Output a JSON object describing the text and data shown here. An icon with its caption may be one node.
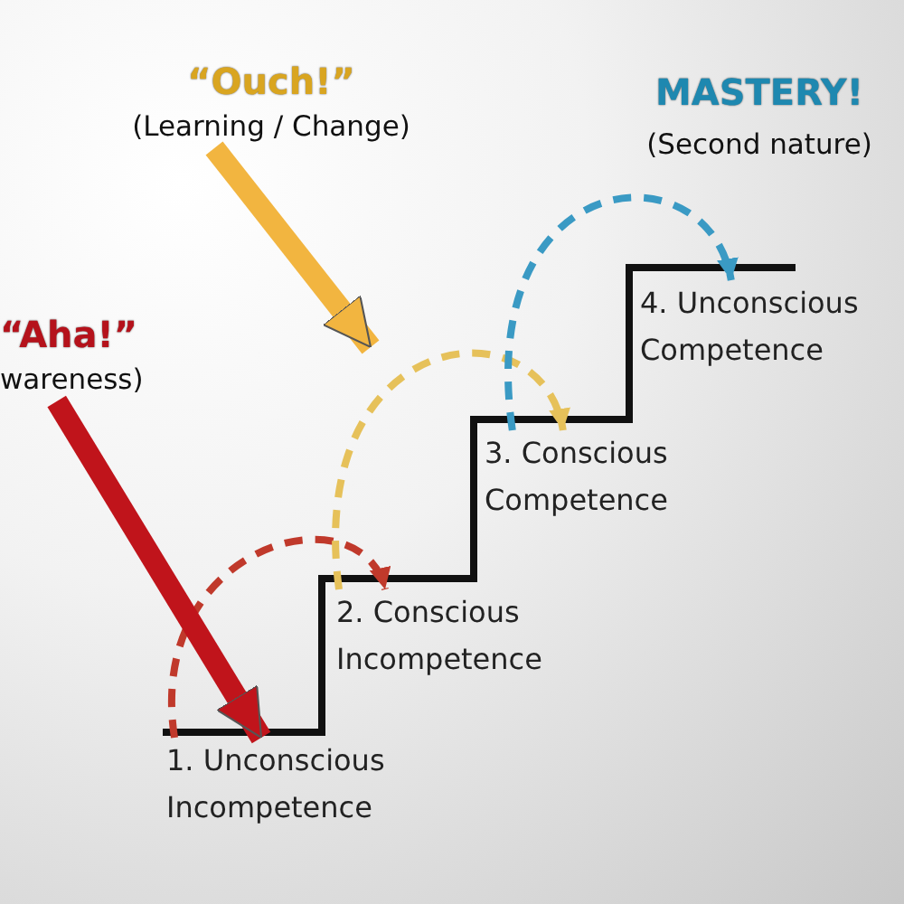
{
  "diagram": {
    "nodes": [
      {
        "text": [
          "1. Unconscious Incompetence"
        ]
      },
      {
        "text": [
          "2. Conscious Incompetence"
        ]
      },
      {
        "text": [
          "3. Conscious Competence"
        ]
      },
      {
        "text": [
          "4. Unconscious Competence"
        ]
      },
      {
        "text": [
          "“Aha!”",
          "wareness)"
        ]
      },
      {
        "text": [
          "“Ouch!”",
          "(Learning / Change)"
        ]
      }
    ],
    "edges": [
      {
        "from": 0,
        "to": 1,
        "arrow": "to",
        "style": "dashed",
        "color": "#c0392b"
      },
      {
        "from": 1,
        "to": 2,
        "arrow": "to",
        "style": "dashed",
        "color": "#e6c15a"
      },
      {
        "from": 2,
        "to": 3,
        "arrow": "to",
        "style": "dashed",
        "color": "#3a9ac4"
      },
      {
        "from": 4,
        "to": 0,
        "arrow": "to",
        "style": "thick",
        "color": "#c0141b"
      },
      {
        "from": 5,
        "to": null,
        "arrow": "to",
        "style": "thick",
        "color": "#f2b540"
      }
    ],
    "labels": [
      "MASTERY!",
      "(Second nature)"
    ]
  }
}
